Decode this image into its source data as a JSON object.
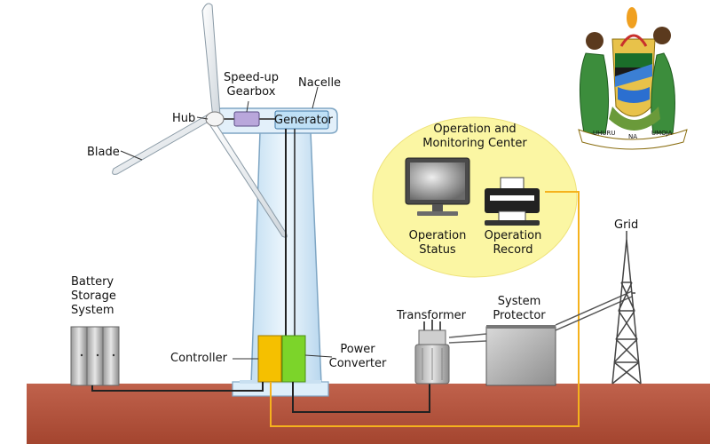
{
  "labels": {
    "blade": "Blade",
    "hub": "Hub",
    "gearbox_line1": "Speed-up",
    "gearbox_line2": "Gearbox",
    "nacelle": "Nacelle",
    "generator": "Generator",
    "battery_line1": "Battery",
    "battery_line2": "Storage",
    "battery_line3": "System",
    "controller": "Controller",
    "power_converter_line1": "Power",
    "power_converter_line2": "Converter",
    "transformer": "Transformer",
    "system_protector_line1": "System",
    "system_protector_line2": "Protector",
    "grid": "Grid",
    "monitoring_center_line1": "Operation and",
    "monitoring_center_line2": "Monitoring Center",
    "operation_status_line1": "Operation",
    "operation_status_line2": "Status",
    "operation_record_line1": "Operation",
    "operation_record_line2": "Record"
  },
  "emblem": {
    "motto_left": "UHURU",
    "motto_mid": "NA",
    "motto_right": "UMOJA"
  },
  "colors": {
    "ground": "#b5533f",
    "tower": "#d6e9f7",
    "controller": "#f5c000",
    "power_converter": "#7cd42a",
    "monitoring_ellipse": "#fbf6a3",
    "signal_line": "#f5b21d"
  }
}
